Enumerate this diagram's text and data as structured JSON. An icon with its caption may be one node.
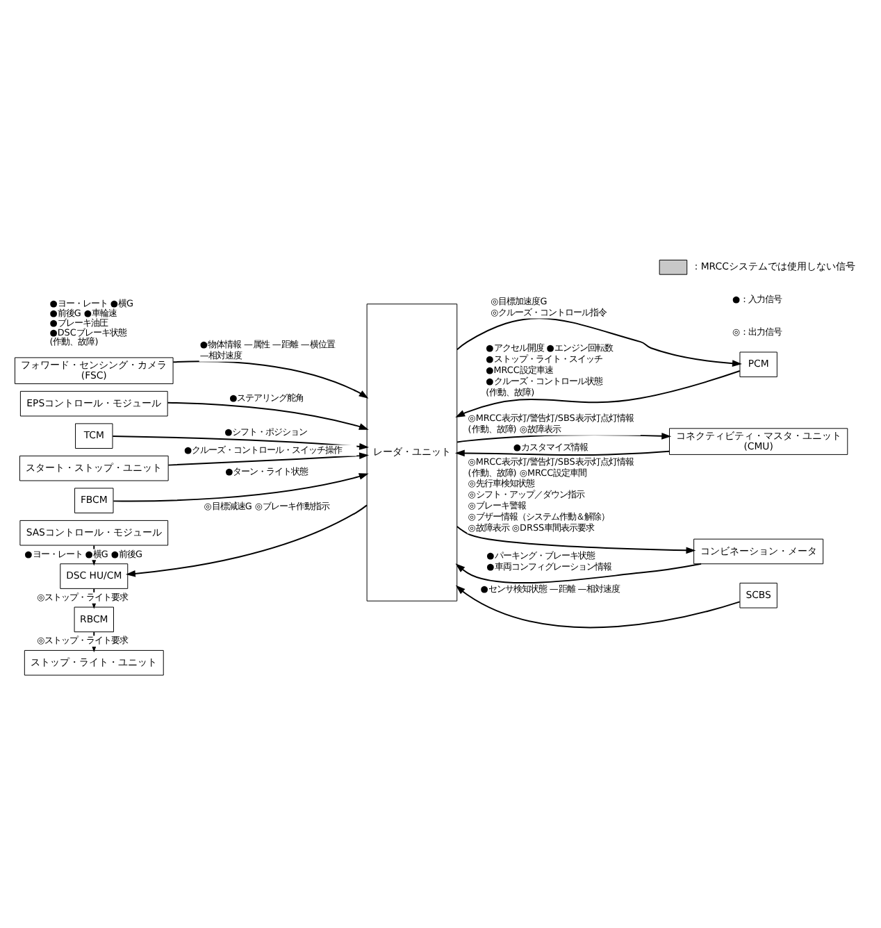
{
  "diagram": {
    "nodes": [
      {
        "text": [
          "フォワード・センシング・カメラ (FSC)"
        ]
      },
      {
        "text": [
          "EPSコントロール・モジュール"
        ]
      },
      {
        "text": [
          "TCM"
        ]
      },
      {
        "text": [
          "スタート・ストップ・ユニット"
        ]
      },
      {
        "text": [
          "FBCM"
        ]
      },
      {
        "text": [
          "SASコントロール・モジュール"
        ]
      },
      {
        "text": [
          "DSC HU/CM"
        ]
      },
      {
        "text": [
          "RBCM"
        ]
      },
      {
        "text": [
          "ストップ・ライト・ユニット"
        ]
      },
      {
        "text": [
          "レーダ・ユニット"
        ]
      },
      {
        "text": [
          "PCM"
        ]
      },
      {
        "text": [
          "コネクティビティ・マスタ・ユニット (CMU)"
        ]
      },
      {
        "text": [
          "コンビネーション・メータ"
        ]
      },
      {
        "text": [
          "SCBS"
        ]
      }
    ],
    "edges": [
      {
        "from": 0,
        "to": 9,
        "arrow": "to",
        "label": "●物体情報 —属性 —距離 —横位置 —相対速度"
      },
      {
        "from": 1,
        "to": 9,
        "arrow": "to",
        "label": "●ステアリング舵角"
      },
      {
        "from": 2,
        "to": 9,
        "arrow": "to",
        "label": "●シフト・ポジション"
      },
      {
        "from": 3,
        "to": 9,
        "arrow": "to",
        "label": "●クルーズ・コントロール・スイッチ操作"
      },
      {
        "from": 4,
        "to": 9,
        "arrow": "to",
        "label": "●ターン・ライト状態"
      },
      {
        "from": 5,
        "to": 6,
        "arrow": "to",
        "label": "●ヨー・レート ●横G ●前後G"
      },
      {
        "from": 9,
        "to": 6,
        "arrow": "to",
        "label": "◎目標減速G ◎ブレーキ作動指示"
      },
      {
        "from": 6,
        "to": 7,
        "arrow": "to",
        "label": "◎ストップ・ライト要求"
      },
      {
        "from": 7,
        "to": 8,
        "arrow": "to",
        "label": "◎ストップ・ライト要求"
      },
      {
        "from": 9,
        "to": 10,
        "arrow": "to",
        "label": "◎目標加速度G ◎クルーズ・コントロール指令"
      },
      {
        "from": 10,
        "to": 9,
        "arrow": "to",
        "label": "●アクセル開度 ●エンジン回転数 ●ストップ・ライト・スイッチ ●MRCC設定車速 ●クルーズ・コントロール状態 (作動、故障)"
      },
      {
        "from": 9,
        "to": 11,
        "arrow": "to",
        "label": "◎MRCC表示灯/警告灯/SBS表示灯点灯情報 (作動、故障) ◎故障表示"
      },
      {
        "from": 11,
        "to": 9,
        "arrow": "to",
        "label": "●カスタマイズ情報"
      },
      {
        "from": 9,
        "to": 12,
        "arrow": "to",
        "label": "◎MRCC表示灯/警告灯/SBS表示灯点灯情報 (作動、故障) ◎MRCC設定車間 ◎先行車検知状態 ◎シフト・アップ／ダウン指示 ◎ブレーキ警報 ◎ブザー情報（システム作動＆解除） ◎故障表示 ◎DRSS車間表示要求"
      },
      {
        "from": 12,
        "to": 9,
        "arrow": "to",
        "label": "●パーキング・ブレーキ状態 ●車両コンフィグレーション情報"
      },
      {
        "from": 13,
        "to": 9,
        "arrow": "to",
        "label": "●センサ検知状態 —距離 —相対速度"
      }
    ],
    "labels": [
      "●ヨー・レート ●横G ●前後G ●車輪速 ●ブレーキ油圧 ●DSCブレーキ状態 (作動、故障)",
      "◎：出力信号",
      "●：入力信号"
    ],
    "legend": [
      {
        "text": "：MRCCシステムでは使用しない信号",
        "color": "#c8c8c8"
      }
    ]
  }
}
